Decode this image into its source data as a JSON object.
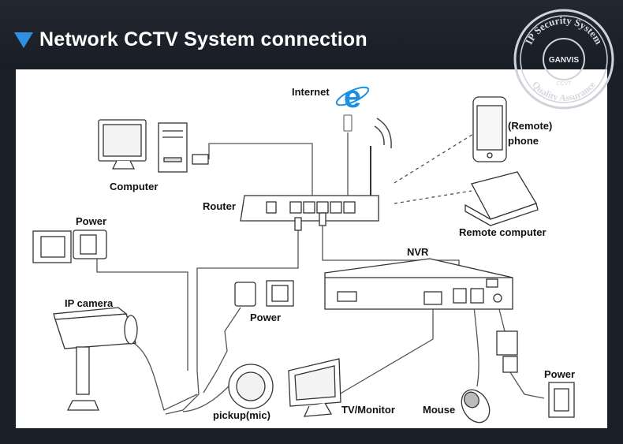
{
  "header": {
    "title": "Network CCTV System connection"
  },
  "seal": {
    "arc_text": "IP Security System",
    "brand": "GANVIS",
    "sub": "CCVT",
    "motto": "Quality Assurance"
  },
  "labels": {
    "internet": "Internet",
    "computer": "Computer",
    "router": "Router",
    "remote_phone": [
      "(Remote)",
      "phone"
    ],
    "remote_computer": "Remote computer",
    "power_top": "Power",
    "nvr": "NVR",
    "ip_camera": "IP camera",
    "power_mid": "Power",
    "tv_monitor": "TV/Monitor",
    "mouse": "Mouse",
    "power_right": "Power",
    "pickup_mic": "pickup(mic)"
  },
  "colors": {
    "accent": "#2f8fe0",
    "ie_blue": "#1a8fe3",
    "line": "#555555"
  },
  "icons": [
    "internet-explorer-icon",
    "wifi-signal-icon",
    "title-triangle-icon"
  ]
}
